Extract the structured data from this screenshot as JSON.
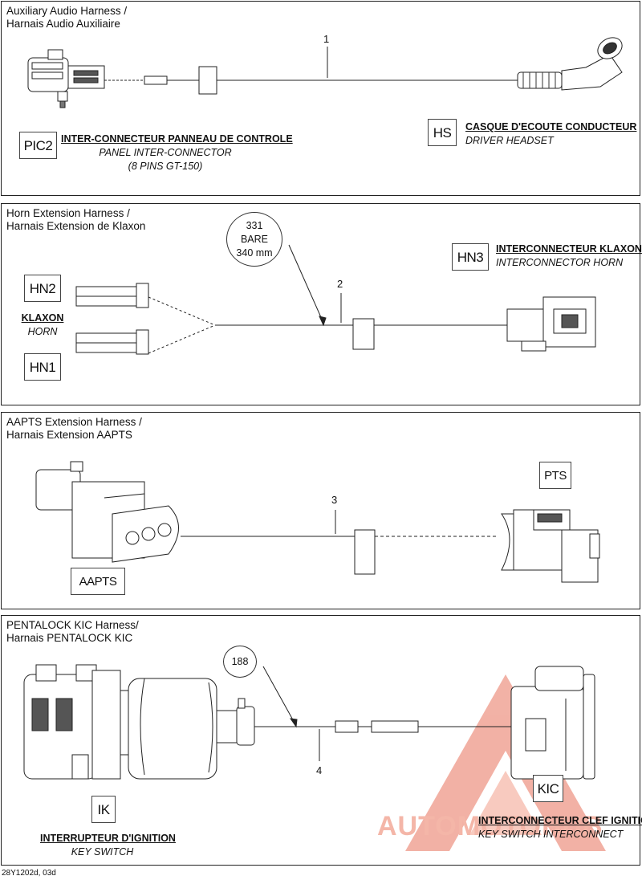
{
  "panels": [
    {
      "title": "Auxiliary Audio Harness /\nHarnais Audio Auxiliaire",
      "callout": "1",
      "left_code": "PIC2",
      "left_label": [
        "INTER-CONNECTEUR PANNEAU DE CONTROLE",
        "PANEL INTER-CONNECTOR",
        "(8 PINS GT-150)"
      ],
      "right_code": "HS",
      "right_label": [
        "CASQUE D'ECOUTE CONDUCTEUR",
        "DRIVER HEADSET"
      ]
    },
    {
      "title": "Horn Extension Harness /\nHarnais Extension de Klaxon",
      "callout": "2",
      "bubble": [
        "331",
        "BARE",
        "340 mm"
      ],
      "code_top": "HN2",
      "code_bottom": "HN1",
      "left_label": [
        "KLAXON",
        "HORN"
      ],
      "right_code": "HN3",
      "right_label": [
        "INTERCONNECTEUR KLAXON",
        "INTERCONNECTOR HORN"
      ]
    },
    {
      "title": "AAPTS Extension Harness /\nHarnais Extension AAPTS",
      "callout": "3",
      "left_code": "AAPTS",
      "right_code": "PTS"
    },
    {
      "title": "PENTALOCK KIC Harness/\nHarnais PENTALOCK KIC",
      "callout": "4",
      "bubble": "188",
      "left_code": "IK",
      "left_label": [
        "INTERRUPTEUR D'IGNITION",
        "KEY SWITCH"
      ],
      "right_code": "KIC",
      "right_label": [
        "INTERCONNECTEUR CLEF IGNITION",
        "KEY SWITCH INTERCONNECT"
      ]
    }
  ],
  "footer": "28Y1202d, 03d",
  "watermark": "AUTOMOTOHUB",
  "colors": {
    "watermark": "#e8735d",
    "line": "#222222"
  }
}
